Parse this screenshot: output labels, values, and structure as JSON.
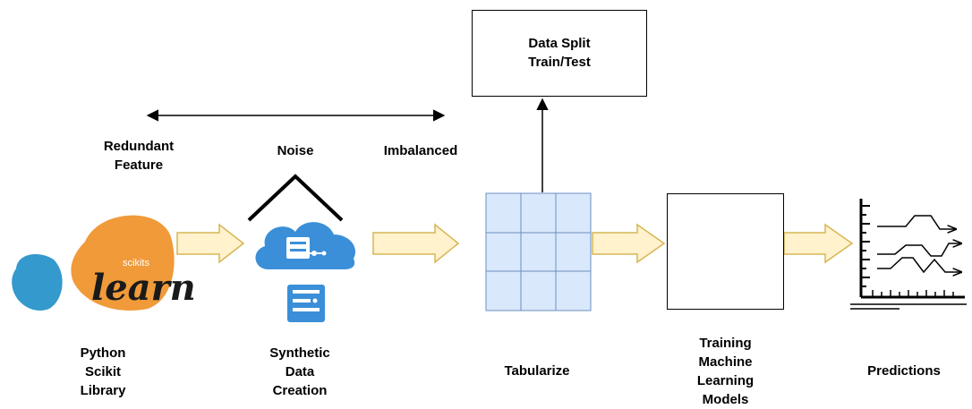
{
  "logo": {
    "wordmark": "learn",
    "small_text": "scikits"
  },
  "labels": {
    "python_lib": "Python\nScikit\nLibrary",
    "synthetic": "Synthetic\nData\nCreation",
    "tabularize": "Tabularize",
    "training": "Training\nMachine\nLearning\nModels",
    "predictions": "Predictions",
    "redundant": "Redundant\nFeature",
    "noise": "Noise",
    "imbalanced": "Imbalanced",
    "data_split": "Data Split\nTrain/Test"
  },
  "colors": {
    "arrow_fill": "#fff2cc",
    "arrow_stroke": "#d6b656",
    "grid_fill": "#dae8fc",
    "grid_stroke": "#6c8ebf",
    "cloud_blue": "#3a8fd8",
    "gear_blue": "#1a73e8",
    "sk_orange": "#f09a3a",
    "sk_blue": "#3499cd"
  }
}
